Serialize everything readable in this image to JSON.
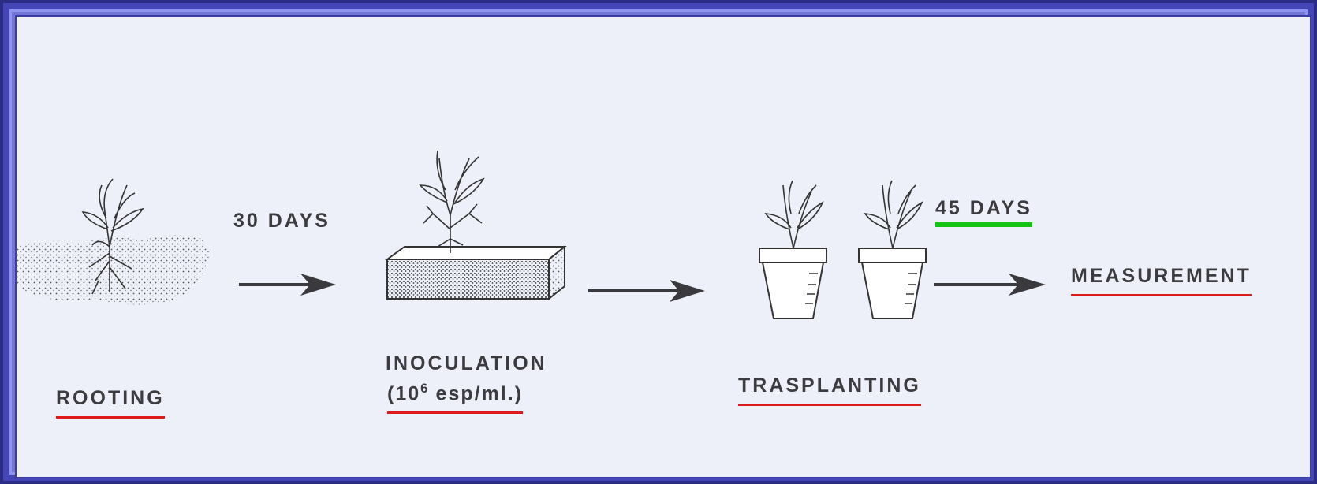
{
  "steps": {
    "rooting": "ROOTING",
    "inoculation": "INOCULATION",
    "inoculation_dose_prefix": "(10",
    "inoculation_dose_exp": "6",
    "inoculation_dose_suffix": " esp/ml.)",
    "trasplanting": "TRASPLANTING",
    "measurement": "MEASUREMENT"
  },
  "durations": {
    "first": "30 DAYS",
    "second": "45 DAYS"
  },
  "colors": {
    "frame": "#4346b4",
    "paper": "#eef0f9",
    "ink": "#3c3c40",
    "underline_red": "#e01a1a",
    "underline_green": "#16c216"
  }
}
